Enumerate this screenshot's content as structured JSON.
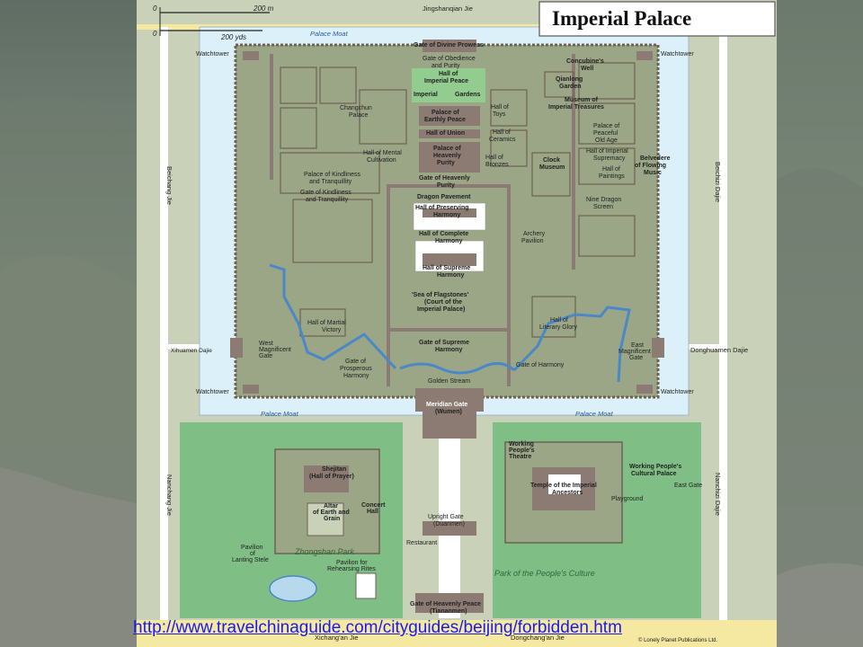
{
  "map": {
    "title": "Imperial Palace",
    "scale": {
      "metric": "200 m",
      "imperial": "200 yds",
      "zero_top": "0",
      "zero_bottom": "0"
    },
    "copyright": "© Lonely Planet Publications Ltd.",
    "url": "http://www.travelchinaguide.com/cityguides/beijing/forbidden.htm",
    "streets": {
      "north": "Jingshanqian Jie",
      "west": "Beichang Jie",
      "east": "Beichizi Dajie",
      "west_south": "Nanchang Jie",
      "east_south": "Nanchizi Dajie",
      "west_gate_road": "Xihuamen Dajie",
      "east_gate_road": "Donghuamen Dajie",
      "south_west": "Xichang'an Jie",
      "south_east": "Dongchang'an Jie"
    },
    "moat": {
      "north": "Palace Moat",
      "south_west": "Palace Moat",
      "south_east": "Palace Moat"
    },
    "watchtowers": [
      "Watchtower",
      "Watchtower",
      "Watchtower",
      "Watchtower"
    ],
    "labels": {
      "gate_divine_prowess": "Gate of Divine Prowess",
      "gate_obedience_1": "Gate of Obedience",
      "gate_obedience_2": "and Purity",
      "concubines_well_1": "Concubine's",
      "concubines_well_2": "Well",
      "hall_imperial_peace_1": "Hall of",
      "hall_imperial_peace_2": "Imperial Peace",
      "imperial": "Imperial",
      "gardens": "Gardens",
      "qianlong_1": "Qianlong",
      "qianlong_2": "Garden",
      "museum_treasures_1": "Museum of",
      "museum_treasures_2": "Imperial Treasures",
      "changchun_1": "Changchun",
      "changchun_2": "Palace",
      "palace_earthly_peace_1": "Palace of",
      "palace_earthly_peace_2": "Earthly Peace",
      "hall_toys_1": "Hall of",
      "hall_toys_2": "Toys",
      "palace_peaceful_old_age_1": "Palace of",
      "palace_peaceful_old_age_2": "Peaceful",
      "palace_peaceful_old_age_3": "Old Age",
      "hall_union": "Hall of Union",
      "hall_ceramics_1": "Hall of",
      "hall_ceramics_2": "Ceramics",
      "hall_mental_1": "Hall of Mental",
      "hall_mental_2": "Cultivation",
      "palace_heavenly_purity_1": "Palace of",
      "palace_heavenly_purity_2": "Heavenly",
      "palace_heavenly_purity_3": "Purity",
      "hall_imperial_supremacy_1": "Hall of Imperial",
      "hall_imperial_supremacy_2": "Supremacy",
      "hall_bronzes_1": "Hall of",
      "hall_bronzes_2": "Bronzes",
      "clock_museum_1": "Clock",
      "clock_museum_2": "Museum",
      "belvedere_1": "Belvedere",
      "belvedere_2": "of Flowing",
      "belvedere_3": "Music",
      "palace_kindliness_1": "Palace of Kindliness",
      "palace_kindliness_2": "and Tranquillity",
      "hall_paintings_1": "Hall of",
      "hall_paintings_2": "Paintings",
      "gate_heavenly_purity_1": "Gate of Heavenly",
      "gate_heavenly_purity_2": "Purity",
      "gate_kindliness_1": "Gate of Kindliness",
      "gate_kindliness_2": "and Tranquillity",
      "dragon_pavement": "Dragon Pavement",
      "nine_dragon_1": "Nine Dragon",
      "nine_dragon_2": "Screen",
      "hall_preserving_1": "Hall of Preserving",
      "hall_preserving_2": "Harmony",
      "hall_complete_1": "Hall of Complete",
      "hall_complete_2": "Harmony",
      "archery_1": "Archery",
      "archery_2": "Pavilion",
      "hall_supreme_1": "Hall of Supreme",
      "hall_supreme_2": "Harmony",
      "sea_flagstones_1": "'Sea of Flagstones'",
      "sea_flagstones_2": "(Court of the",
      "sea_flagstones_3": "Imperial Palace)",
      "hall_martial_1": "Hall of Martial",
      "hall_martial_2": "Victory",
      "hall_literary_1": "Hall of",
      "hall_literary_2": "Literary Glory",
      "west_gate_1": "West",
      "west_gate_2": "Magnificent",
      "west_gate_3": "Gate",
      "east_gate_1": "East",
      "east_gate_2": "Magnificent",
      "east_gate_3": "Gate",
      "gate_supreme_1": "Gate of Supreme",
      "gate_supreme_2": "Harmony",
      "gate_prosperous_1": "Gate of",
      "gate_prosperous_2": "Prosperous",
      "gate_prosperous_3": "Harmony",
      "gate_harmony": "Gate of Harmony",
      "golden_stream": "Golden Stream",
      "meridian_1": "Meridian Gate",
      "meridian_2": "(Wumen)",
      "shejitan_1": "Shejitan",
      "shejitan_2": "(Hall of Prayer)",
      "working_theatre_1": "Working",
      "working_theatre_2": "People's",
      "working_theatre_3": "Theatre",
      "working_palace_1": "Working People's",
      "working_palace_2": "Cultural Palace",
      "temple_ancestors_1": "Temple of the Imperial",
      "temple_ancestors_2": "Ancestors",
      "east_gate": "East Gate",
      "playground": "Playground",
      "altar_1": "Altar",
      "altar_2": "of Earth and",
      "altar_3": "Grain",
      "concert_1": "Concert",
      "concert_2": "Hall",
      "upright_1": "Upright Gate",
      "upright_2": "(Duanmen)",
      "restaurant": "Restaurant",
      "pavilion_stele_1": "Pavilion",
      "pavilion_stele_2": "of",
      "pavilion_stele_3": "Lanting Stele",
      "pavilion_rites_1": "Pavilion for",
      "pavilion_rites_2": "Rehearsing Rites",
      "gate_heavenly_peace_1": "Gate of Heavenly Peace",
      "gate_heavenly_peace_2": "(Tiananmen)"
    },
    "parks": {
      "zhongshan": "Zhongshan Park",
      "peoples_culture": "Park of the People's Culture"
    },
    "colors": {
      "ground": "#c9d2b9",
      "palace": "#9aa686",
      "building": "#8c7b72",
      "moat": "#dcf0fa",
      "park": "#7fbf86",
      "garden": "#93cc8f",
      "road": "#ffffff",
      "yellow_road": "#f5e8a0",
      "courtyard": "#b5bfa1"
    }
  }
}
